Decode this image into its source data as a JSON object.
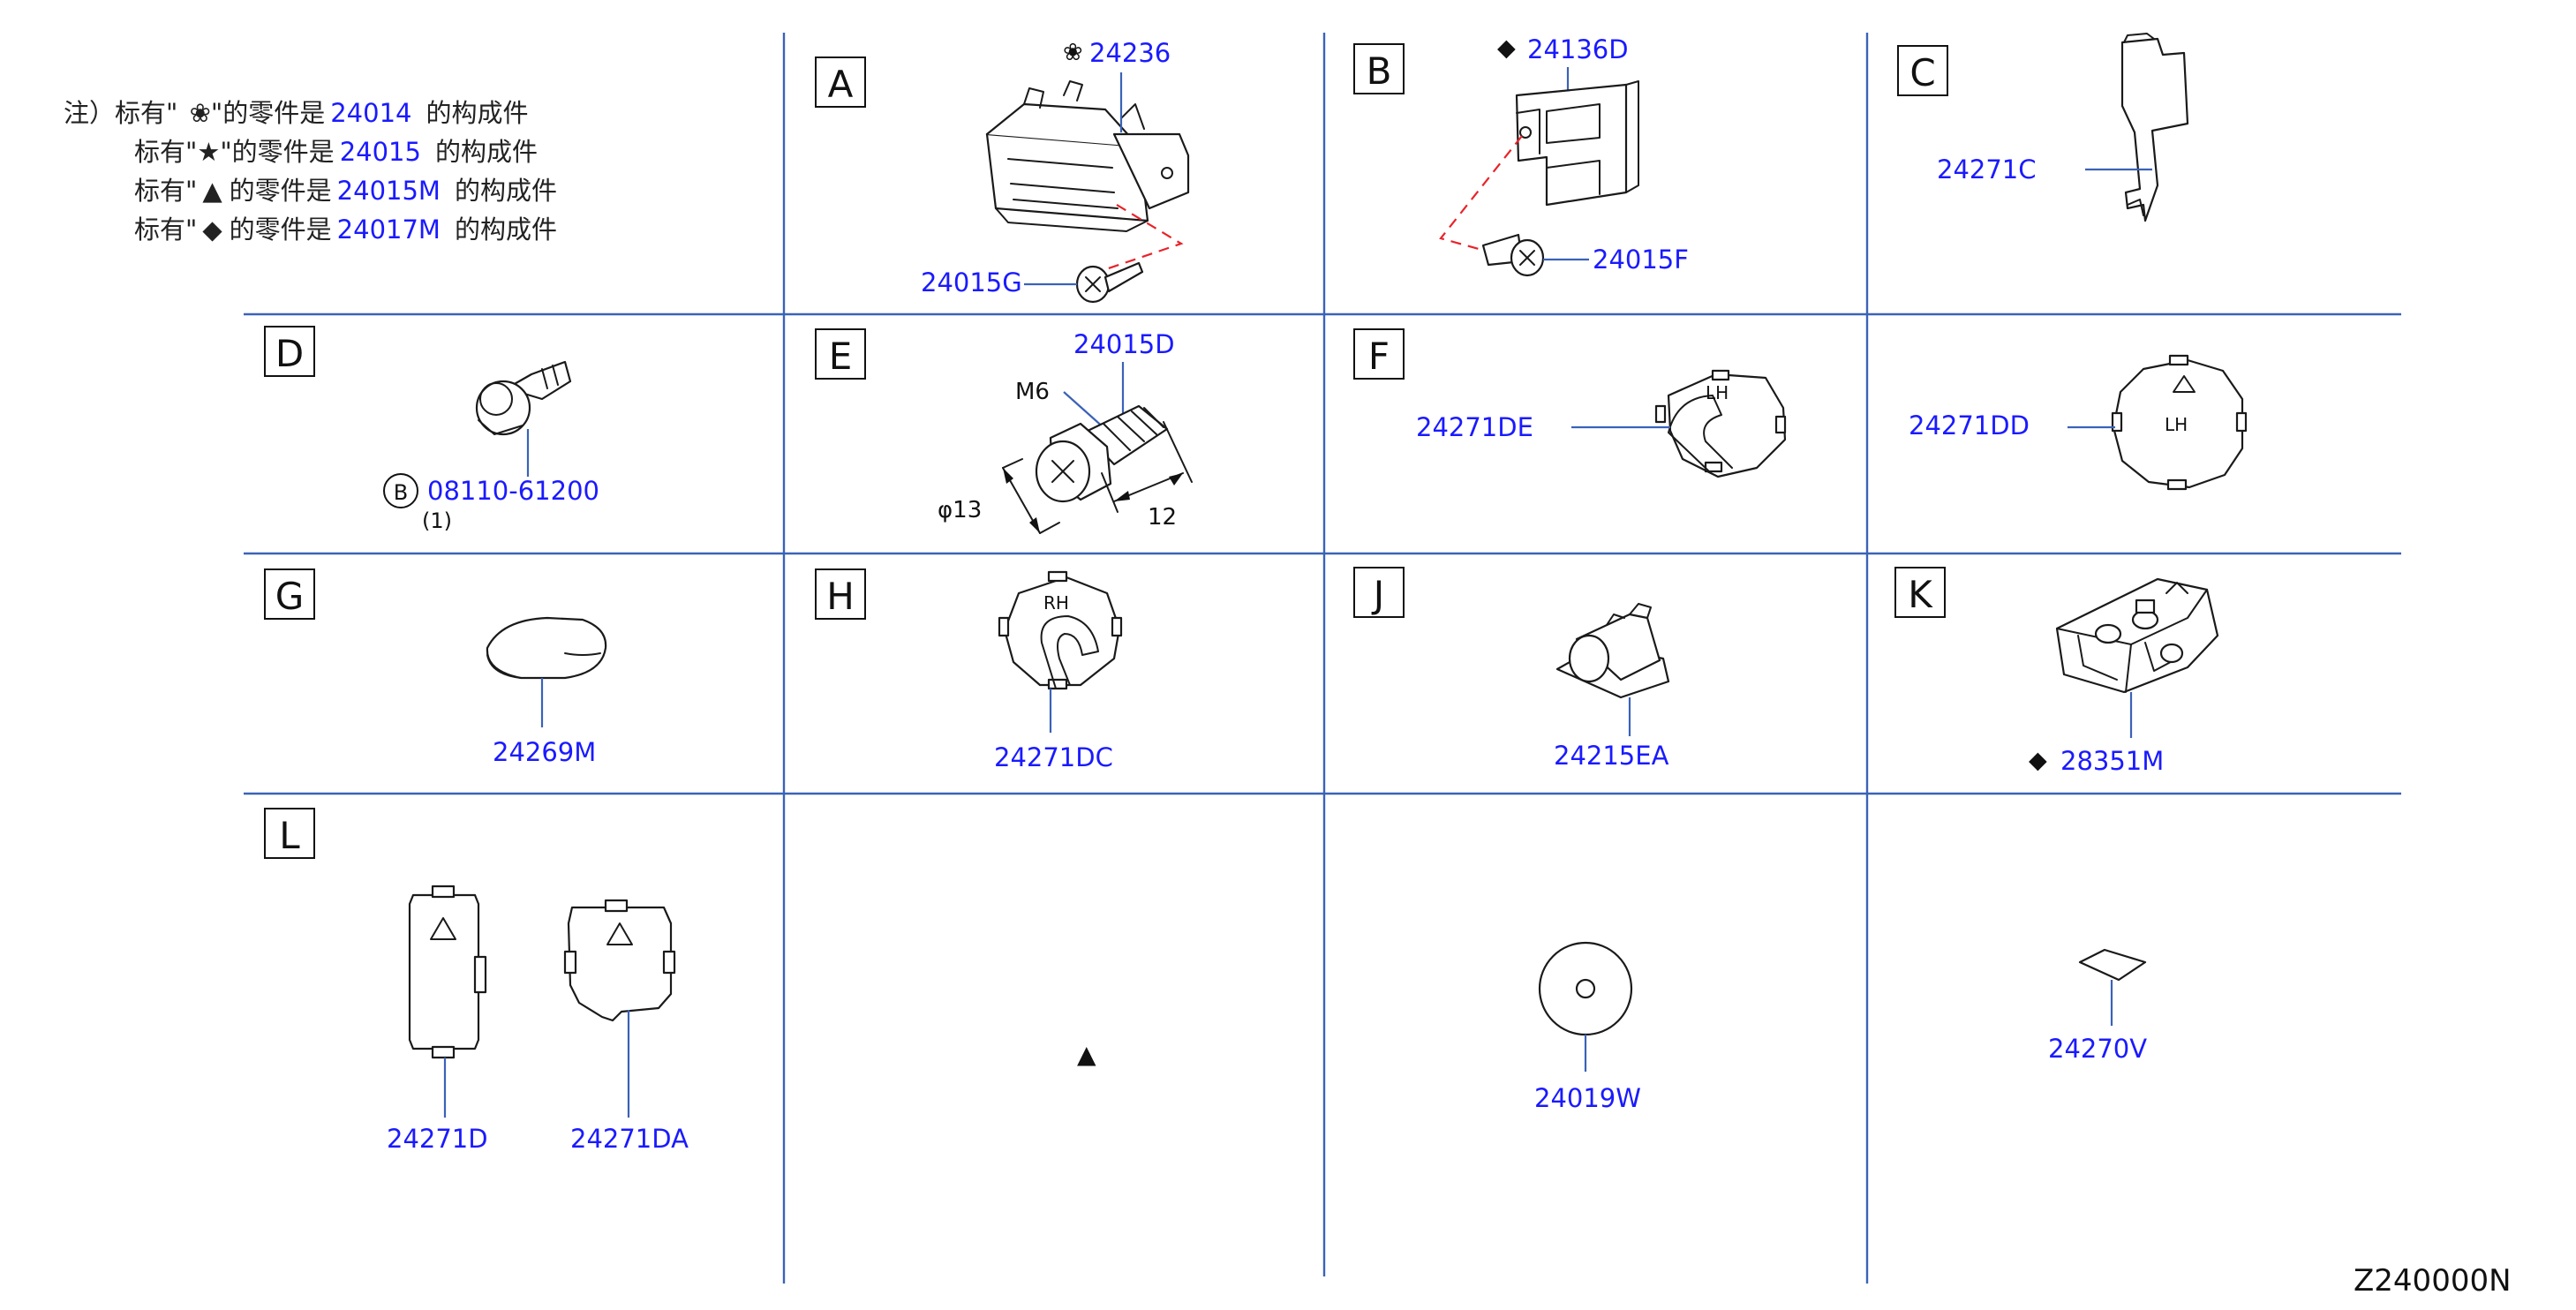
{
  "notes": {
    "line1_prefix": "注）标有\"",
    "line1_mid": "\"的零件是",
    "line1_pn": "24014",
    "line1_suffix": "的构成件",
    "line2_prefix": "标有\"★\"的零件是",
    "line2_pn": "24015",
    "line2_suffix": "的构成件",
    "line3_prefix": "标有\"",
    "line3_mid": "的零件是",
    "line3_pn": "24015M",
    "line3_suffix": "的构成件",
    "line4_prefix": "标有\"",
    "line4_mid": "的零件是",
    "line4_pn": "24017M",
    "line4_suffix": "的构成件"
  },
  "cells": {
    "A": {
      "label": "A",
      "parts": [
        "24236",
        "24015G"
      ]
    },
    "B": {
      "label": "B",
      "parts": [
        "24136D",
        "24015F"
      ]
    },
    "C": {
      "label": "C",
      "parts": [
        "24271C"
      ]
    },
    "D": {
      "label": "D",
      "circle_letter": "B",
      "parts": [
        "08110-61200"
      ],
      "qty": "(1)"
    },
    "E": {
      "label": "E",
      "parts": [
        "24015D"
      ],
      "thread": "M6",
      "diameter": "φ13",
      "length": "12"
    },
    "F": {
      "label": "F",
      "parts": [
        "24271DE",
        "24271DD"
      ],
      "marks": [
        "LH",
        "LH"
      ]
    },
    "G": {
      "label": "G",
      "parts": [
        "24269M"
      ]
    },
    "H": {
      "label": "H",
      "parts": [
        "24271DC"
      ],
      "mark": "RH"
    },
    "J": {
      "label": "J",
      "parts": [
        "24215EA"
      ]
    },
    "K": {
      "label": "K",
      "parts": [
        "28351M"
      ]
    },
    "L": {
      "label": "L",
      "parts": [
        "24271D",
        "24271DA"
      ]
    },
    "M": {
      "parts": [
        "24019W"
      ]
    },
    "N": {
      "parts": [
        "24270V"
      ]
    }
  },
  "symbols": {
    "star": "★",
    "triangle": "▲",
    "diamond": "◆",
    "flower": "❀"
  },
  "figure_id": "Z240000N",
  "colors": {
    "part_number": "#1a1aff",
    "grid": "#3a62b8",
    "screw_path": "#e8232a"
  }
}
